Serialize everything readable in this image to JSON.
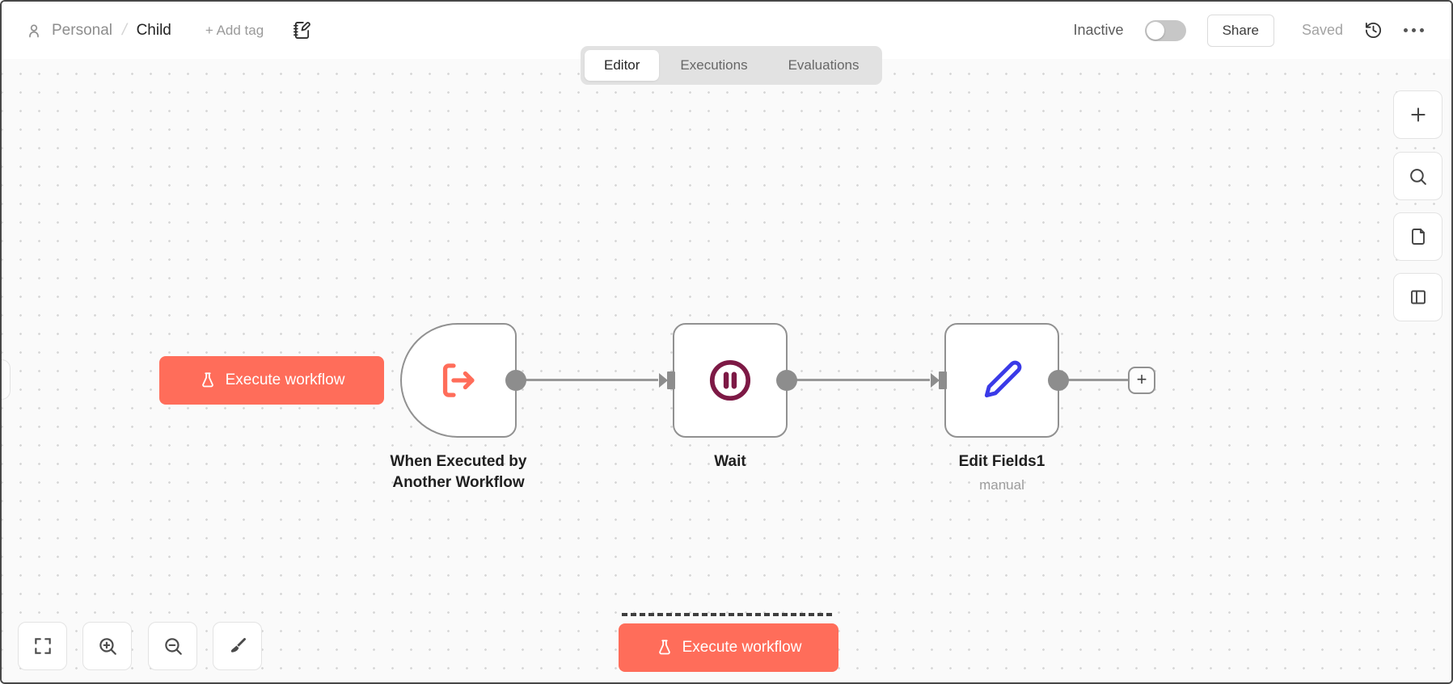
{
  "header": {
    "project_label": "Personal",
    "breadcrumb_separator": "/",
    "workflow_name": "Child",
    "add_tag_label": "+ Add tag",
    "status_label": "Inactive",
    "status_enabled": false,
    "share_label": "Share",
    "saved_label": "Saved"
  },
  "tabs": [
    {
      "label": "Editor",
      "active": true
    },
    {
      "label": "Executions",
      "active": false
    },
    {
      "label": "Evaluations",
      "active": false
    }
  ],
  "canvas": {
    "execute_button_label": "Execute workflow",
    "add_node_button_label": "+",
    "nodes": [
      {
        "title": "When Executed by Another Workflow",
        "title_lines": [
          "When Executed by",
          "Another Workflow"
        ],
        "icon": "workflow-input-icon"
      },
      {
        "title": "Wait",
        "icon": "pause-circle-icon"
      },
      {
        "title": "Edit Fields1",
        "subtitle": "manual",
        "icon": "pen-icon"
      }
    ]
  },
  "left_controls": {
    "icons": [
      "fit-view-icon",
      "zoom-in-icon",
      "zoom-out-icon",
      "tidy-up-icon"
    ]
  },
  "right_toolbar": {
    "icons": [
      "plus-icon",
      "search-icon",
      "sticky-note-icon",
      "panel-icon"
    ]
  },
  "colors": {
    "primary": "#ff6d5a",
    "wait-icon": "#7d1945",
    "pen-icon": "#3a3ae8",
    "connector": "#989898",
    "node-border": "#919191"
  }
}
